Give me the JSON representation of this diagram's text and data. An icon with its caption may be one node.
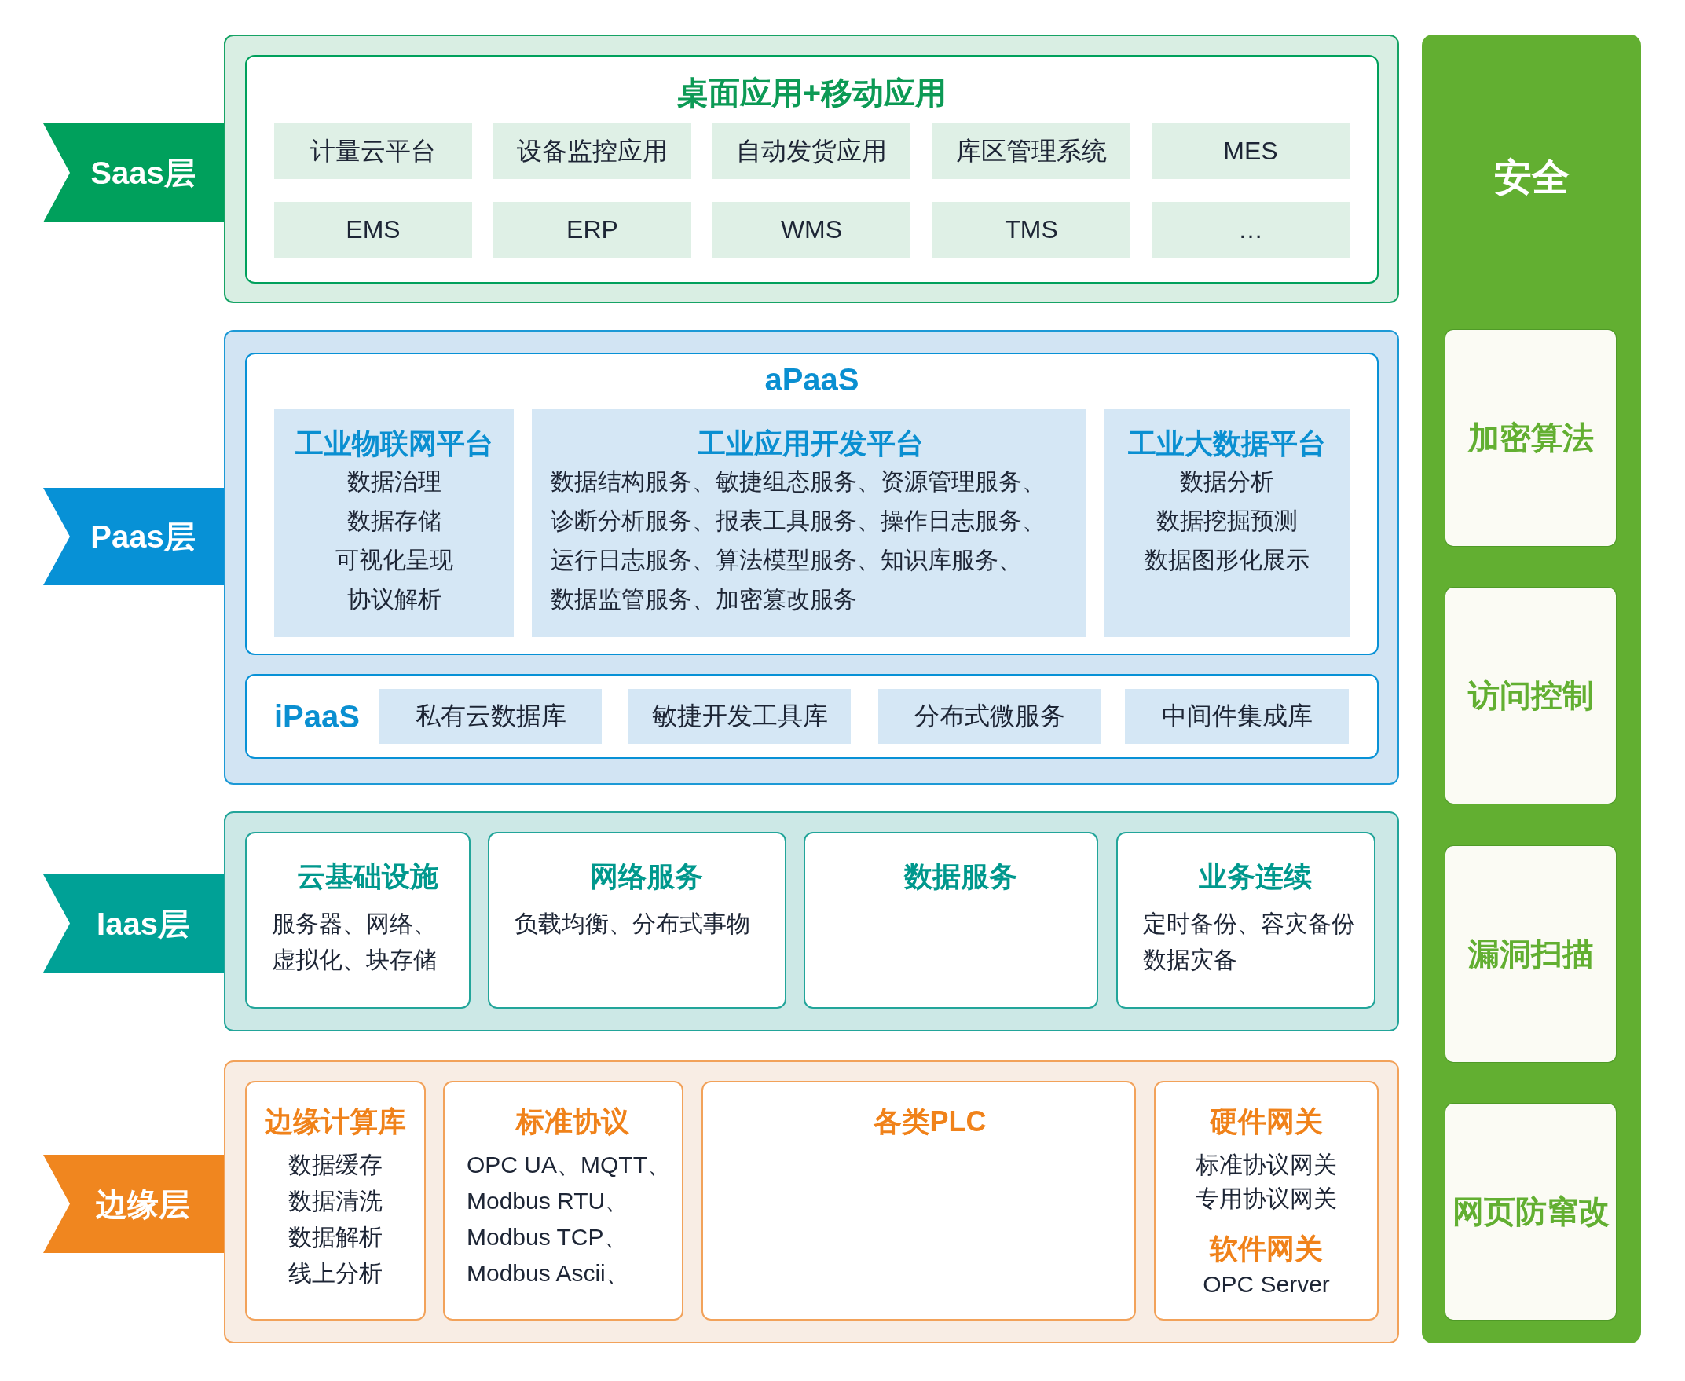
{
  "diagram": {
    "nodes": [
      {
        "text": [
          "Saas层"
        ]
      },
      {
        "text": [],
        "shape": "box"
      },
      {
        "text": [
          "桌面应用+移动应用"
        ],
        "in": 1
      },
      {
        "text": [
          "计量云平台"
        ],
        "in": 2
      },
      {
        "text": [
          "设备监控应用"
        ],
        "in": 2
      },
      {
        "text": [
          "自动发货应用"
        ],
        "in": 2
      },
      {
        "text": [
          "库区管理系统"
        ],
        "in": 2
      },
      {
        "text": [
          "MES"
        ],
        "in": 2
      },
      {
        "text": [
          "EMS"
        ],
        "in": 2
      },
      {
        "text": [
          "ERP"
        ],
        "in": 2
      },
      {
        "text": [
          "WMS"
        ],
        "in": 2
      },
      {
        "text": [
          "TMS"
        ],
        "in": 2
      },
      {
        "text": [
          "…"
        ],
        "in": 2
      },
      {
        "text": [
          "Paas层"
        ]
      },
      {
        "text": [],
        "shape": "box"
      },
      {
        "text": [
          "aPaaS"
        ],
        "in": 14
      },
      {
        "text": [
          "工业物联网平台",
          "数据治理",
          "数据存储",
          "可视化呈现",
          "协议解析"
        ],
        "in": 15
      },
      {
        "text": [
          "工业应用开发平台",
          "数据结构服务、敏捷组态服务、资源管理服务、诊断分析服务、报表工具服务、操作日志服务、运行日志服务、算法模型服务、知识库服务、数据监管服务、加密篡改服务"
        ],
        "in": 15
      },
      {
        "text": [
          "工业大数据平台",
          "数据分析",
          "数据挖掘预测",
          "数据图形化展示"
        ],
        "in": 15
      },
      {
        "text": [
          "iPaaS"
        ],
        "in": 14
      },
      {
        "text": [
          "私有云数据库"
        ],
        "in": 19
      },
      {
        "text": [
          "敏捷开发工具库"
        ],
        "in": 19
      },
      {
        "text": [
          "分布式微服务"
        ],
        "in": 19
      },
      {
        "text": [
          "中间件集成库"
        ],
        "in": 19
      },
      {
        "text": [
          "Iaas层"
        ]
      },
      {
        "text": [],
        "shape": "box"
      },
      {
        "text": [
          "云基础设施",
          "服务器、网络、虚拟化、块存储"
        ],
        "in": 25
      },
      {
        "text": [
          "网络服务",
          "负载均衡、分布式事物"
        ],
        "in": 25
      },
      {
        "text": [
          "数据服务"
        ],
        "in": 25
      },
      {
        "text": [
          "业务连续",
          "定时备份、容灾备份",
          "数据灾备"
        ],
        "in": 25
      },
      {
        "text": [
          "边缘层"
        ]
      },
      {
        "text": [],
        "shape": "box"
      },
      {
        "text": [
          "边缘计算库",
          "数据缓存",
          "数据清洗",
          "数据解析",
          "线上分析"
        ],
        "in": 31
      },
      {
        "text": [
          "标准协议",
          "OPC UA、MQTT、Modbus RTU、Modbus TCP、Modbus Ascii、"
        ],
        "in": 31
      },
      {
        "text": [
          "各类PLC"
        ],
        "in": 31
      },
      {
        "text": [
          "硬件网关",
          "标准协议网关",
          "专用协议网关",
          "软件网关",
          "OPC Server"
        ],
        "in": 31
      },
      {
        "text": [
          "安全"
        ]
      },
      {
        "text": [
          "加密算法"
        ],
        "in": 36
      },
      {
        "text": [
          "访问控制"
        ],
        "in": 36
      },
      {
        "text": [
          "漏洞扫描"
        ],
        "in": 36
      },
      {
        "text": [
          "网页防窜改"
        ],
        "in": 36
      }
    ]
  }
}
